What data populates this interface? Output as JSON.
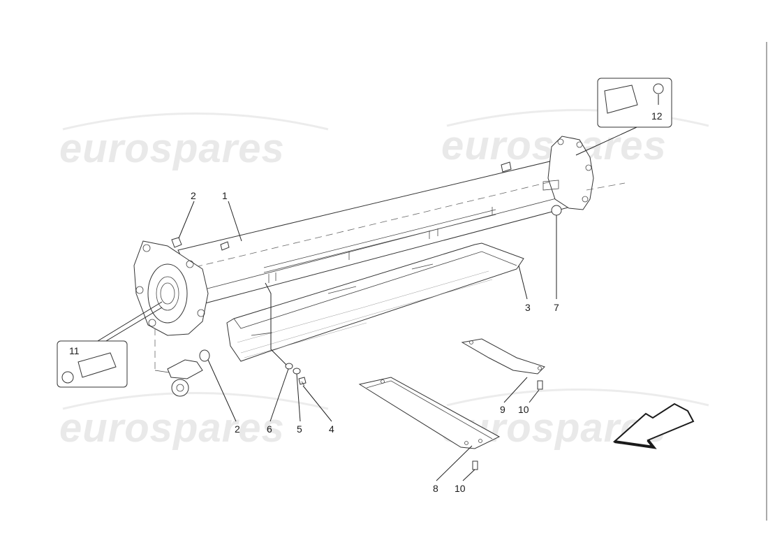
{
  "watermark": "eurospares",
  "callouts": [
    "1",
    "2",
    "2",
    "3",
    "4",
    "5",
    "6",
    "7",
    "8",
    "9",
    "10",
    "10",
    "11",
    "12"
  ],
  "colors": {
    "line": "#222222",
    "watermark": "#e9e9e9",
    "arrow": "#1a1a1a"
  }
}
